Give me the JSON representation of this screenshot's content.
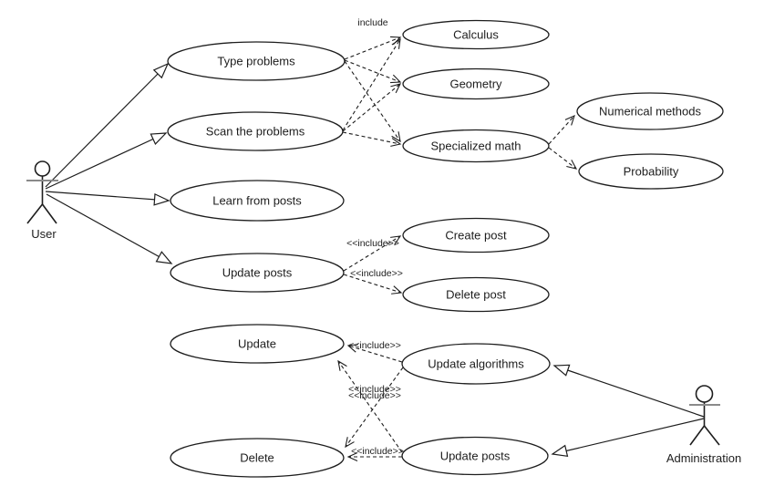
{
  "diagram": {
    "type": "uml-use-case",
    "colors": {
      "background": "#ffffff",
      "stroke": "#1d1d1d",
      "actor_arms": "#8a8a8a"
    },
    "actors": [
      {
        "id": "user",
        "label": "User"
      },
      {
        "id": "administration",
        "label": "Administration"
      }
    ],
    "use_cases": [
      {
        "id": "type-problems",
        "label": "Type problems"
      },
      {
        "id": "scan-the-problems",
        "label": "Scan the problems"
      },
      {
        "id": "learn-from-posts",
        "label": "Learn from posts"
      },
      {
        "id": "update-posts-user",
        "label": "Update posts"
      },
      {
        "id": "calculus",
        "label": "Calculus"
      },
      {
        "id": "geometry",
        "label": "Geometry"
      },
      {
        "id": "specialized-math",
        "label": "Specialized math"
      },
      {
        "id": "numerical-methods",
        "label": "Numerical methods"
      },
      {
        "id": "probability",
        "label": "Probability"
      },
      {
        "id": "create-post",
        "label": "Create post"
      },
      {
        "id": "delete-post",
        "label": "Delete post"
      },
      {
        "id": "update",
        "label": "Update"
      },
      {
        "id": "update-algorithms",
        "label": "Update algorithms"
      },
      {
        "id": "delete",
        "label": "Delete"
      },
      {
        "id": "update-posts-admin",
        "label": "Update posts"
      }
    ],
    "edge_labels": {
      "include_plain": "include",
      "include_guillemet": "<<include>>"
    }
  }
}
